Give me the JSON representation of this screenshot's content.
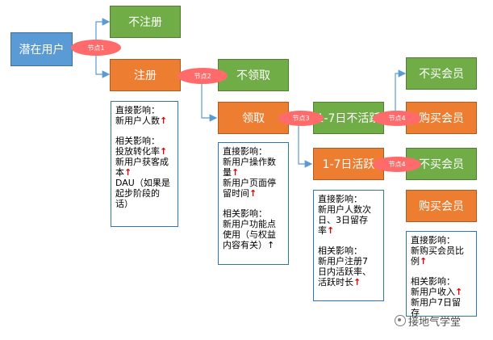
{
  "boxes": {
    "potential_user": "潜在用户",
    "not_register": "不注册",
    "register": "注册",
    "not_claim": "不领取",
    "claim": "领取",
    "inactive_7d": "1-7日不活跃",
    "active_7d": "1-7日活跃",
    "not_buy_1": "不买会员",
    "buy_1": "购买会员",
    "not_buy_2": "不买会员",
    "buy_2": "购买会员"
  },
  "nodes": {
    "n1": "节点1",
    "n2": "节点2",
    "n3": "节点3",
    "n4a": "节点4",
    "n4b": "节点4"
  },
  "notes": {
    "note1": [
      {
        "text": "直接影响：",
        "up": false
      },
      {
        "text": "新用户人数",
        "up": true
      },
      {
        "gap": true
      },
      {
        "text": "相关影响：",
        "up": false
      },
      {
        "text": "投放转化率",
        "up": true
      },
      {
        "text": "新用户获客成",
        "up": false
      },
      {
        "text": "本",
        "up": true
      },
      {
        "text": "DAU（如果是",
        "up": false
      },
      {
        "text": "起步阶段的",
        "up": false
      },
      {
        "text": "话）",
        "up": false
      }
    ],
    "note2": [
      {
        "text": "直接影响：",
        "up": false
      },
      {
        "text": "新用户操作数",
        "up": false
      },
      {
        "text": "量",
        "up": true
      },
      {
        "text": "新用户页面停",
        "up": false
      },
      {
        "text": "留时间",
        "up": true
      },
      {
        "gap": true
      },
      {
        "text": "相关影响：",
        "up": false
      },
      {
        "text": "新用户功能点",
        "up": false
      },
      {
        "text": "使用（与权益",
        "up": false
      },
      {
        "text": "内容有关）↑",
        "up": false
      }
    ],
    "note3": [
      {
        "text": "直接影响：",
        "up": false
      },
      {
        "text": "新用户人数次",
        "up": false
      },
      {
        "text": "日、3日留存",
        "up": false
      },
      {
        "text": "率",
        "up": true
      },
      {
        "gap": true
      },
      {
        "text": "相关影响：",
        "up": false
      },
      {
        "text": "新用户注册7",
        "up": false
      },
      {
        "text": "日内活跃率、",
        "up": false
      },
      {
        "text": "活跃时长",
        "up": true
      }
    ],
    "note4": [
      {
        "text": "直接影响：",
        "up": false
      },
      {
        "text": "新购买会员比",
        "up": false
      },
      {
        "text": "例",
        "up": true
      },
      {
        "gap": true
      },
      {
        "text": "相关影响：",
        "up": false
      },
      {
        "text": "新用户收入",
        "up": true
      },
      {
        "text": "新用户7日留",
        "up": false
      },
      {
        "text": "存",
        "up": false
      }
    ]
  },
  "watermark": "接地气学堂",
  "colors": {
    "blue": "#5b9bd5",
    "green": "#70ad47",
    "orange": "#ed7d31",
    "node": "#ff6b6b",
    "connector": "#5b9bd5",
    "up_arrow": "#e00000"
  }
}
